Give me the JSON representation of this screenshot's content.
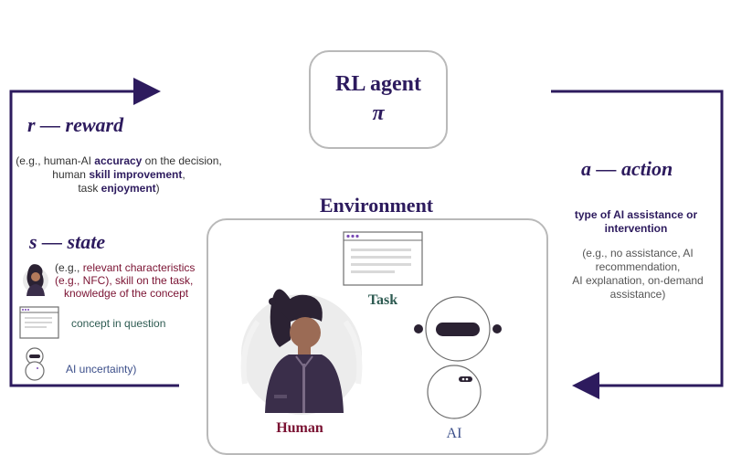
{
  "agent": {
    "title": "RL agent",
    "symbol": "π"
  },
  "reward": {
    "heading": "r — reward",
    "open": "(e.g., human-AI ",
    "b1": "accuracy",
    "t1": " on the decision,",
    "t2": "human ",
    "b2": "skill improvement",
    "t3": ",",
    "t4": "task ",
    "b3": "enjoyment",
    "t5": ")"
  },
  "state": {
    "heading": "s — state",
    "human_prefix": "(e.g., ",
    "human_text1": "relevant characteristics",
    "human_text2": "(e.g., NFC), skill on the task,",
    "human_text3": "knowledge of the concept",
    "concept": "concept in question",
    "ai": "AI uncertainty)"
  },
  "action": {
    "heading": "a — action",
    "bold1": "type of AI assistance or",
    "bold2": "intervention",
    "ex1": "(e.g., no assistance, AI",
    "ex2": "recommendation,",
    "ex3": "AI explanation, on-demand",
    "ex4": "assistance)"
  },
  "environment": {
    "title": "Environment",
    "task": "Task",
    "human": "Human",
    "ai": "AI"
  },
  "colors": {
    "purple": "#2d1b5e",
    "maroon": "#7a1232",
    "teal": "#2e5b52",
    "blue": "#3c4f8a",
    "gray_border": "#b9b9b9"
  }
}
